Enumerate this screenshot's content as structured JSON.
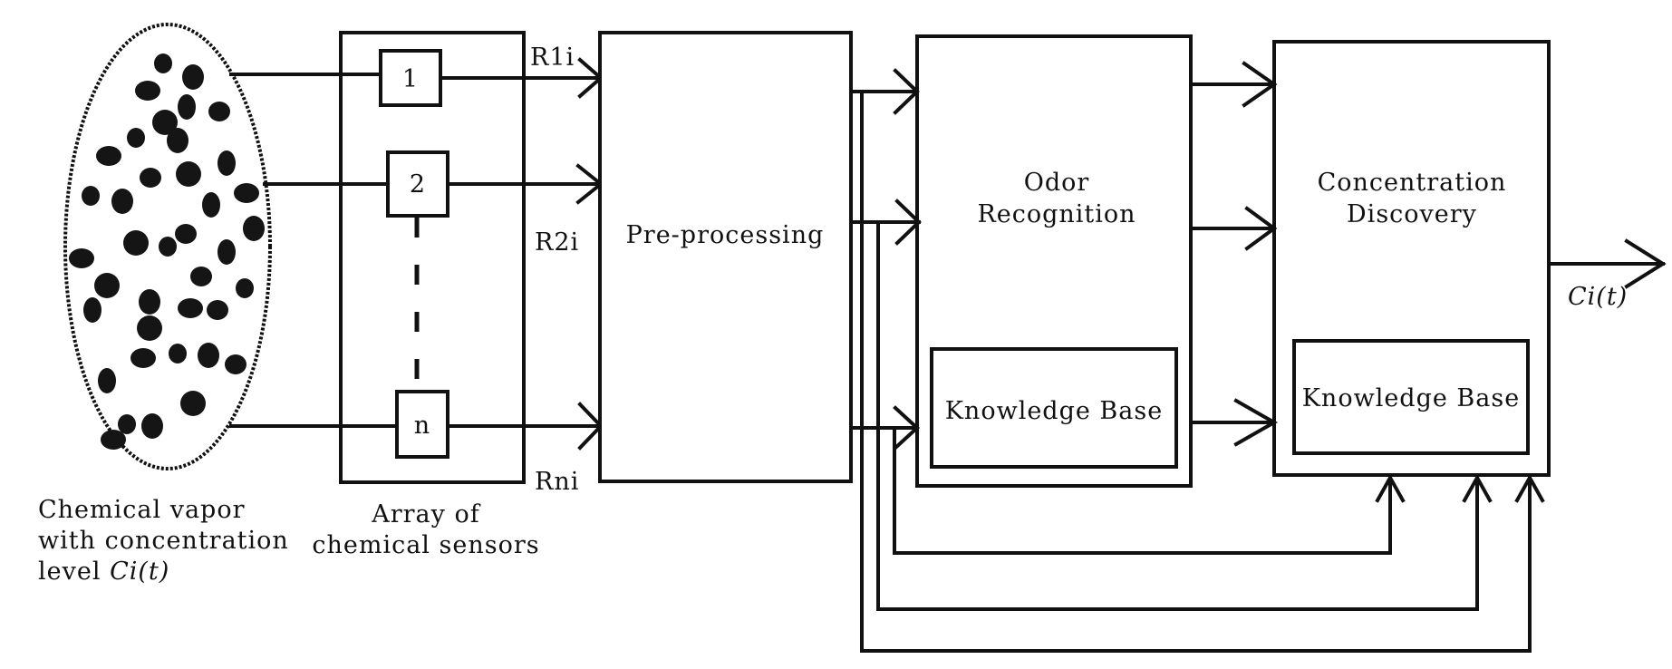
{
  "colors": {
    "ink": "#111111",
    "background": "#ffffff"
  },
  "vapor": {
    "caption_lines": [
      "Chemical vapor",
      "with concentration",
      "level "
    ],
    "concentration_symbol": "Ci(t)"
  },
  "sensor_array": {
    "caption_lines": [
      "Array of",
      "chemical sensors"
    ],
    "sensors": [
      "1",
      "2",
      "n"
    ]
  },
  "signals": [
    "R1i",
    "R2i",
    "Rni"
  ],
  "preprocessing": {
    "label": "Pre-processing"
  },
  "odor_recognition": {
    "title_lines": [
      "Odor",
      "Recognition"
    ],
    "knowledge_base": "Knowledge Base"
  },
  "concentration_discovery": {
    "title_lines": [
      "Concentration",
      "Discovery"
    ],
    "knowledge_base": "Knowledge Base"
  },
  "output": {
    "label": "Ci(t)"
  }
}
